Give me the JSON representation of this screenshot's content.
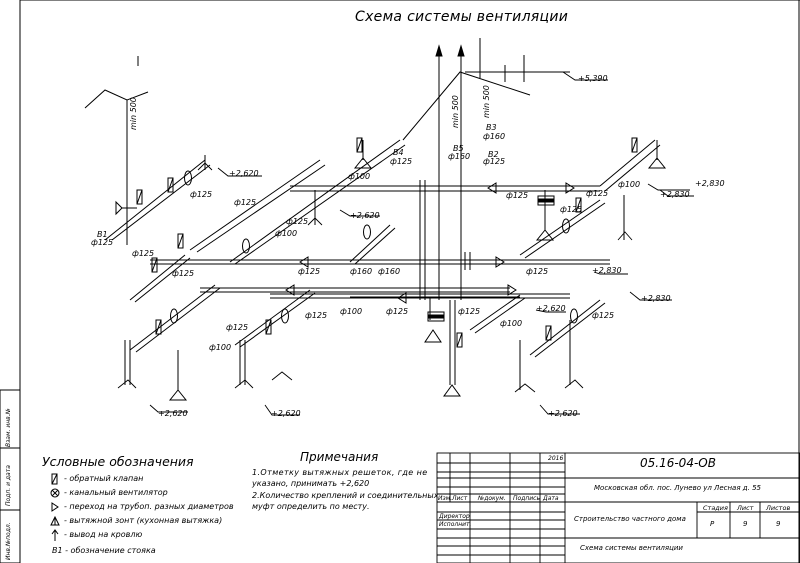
{
  "title": "Схема системы вентиляции",
  "legend": {
    "heading": "Условные обозначения",
    "items": [
      {
        "icon": "check-valve-icon",
        "text": "- обратный клапан"
      },
      {
        "icon": "channel-fan-icon",
        "text": "- канальный вентилятор"
      },
      {
        "icon": "pipe-transition-icon",
        "text": "- переход на трубоп. разных диаметров"
      },
      {
        "icon": "exhaust-hood-icon",
        "text": "- вытяжной зонт (кухонная вытяжка)"
      },
      {
        "icon": "roof-outlet-icon",
        "text": "- вывод на кровлю"
      }
    ],
    "riser_label": "В1 - обозначение стояка"
  },
  "notes": {
    "heading": "Примечания",
    "lines": [
      "1.Отметку вытяжных решеток, где не",
      "указано, принимать +2,620",
      "2.Количество креплений и соединительных",
      "муфт определить по месту."
    ]
  },
  "stamp": {
    "code": "05.16-04-ОВ",
    "address": "Московская обл. пос. Лунево ул Лесная д. 55",
    "project": "Строительство частного дома",
    "sheet_title": "Схема системы вентиляции",
    "year": "2016",
    "col_izm": "Изм.",
    "col_list": "Лист",
    "col_doc": "№докум.",
    "col_sign": "Подпись",
    "col_date": "Дата",
    "row_director": "Директор",
    "row_exec": "Исполнит.",
    "stage_h": "Стадия",
    "list_h": "Лист",
    "lists_h": "Листов",
    "stage_v": "Р",
    "list_v": "9",
    "lists_v": "9"
  },
  "margin_stamp": {
    "inv": "Инв.№подл.",
    "sign": "Подп. и дата",
    "vzam": "Взам. инв.№"
  },
  "diagram": {
    "risers": [
      {
        "name": "В1",
        "dia": "ф125"
      },
      {
        "name": "В2",
        "dia": "ф125"
      },
      {
        "name": "В3",
        "dia": "ф160"
      },
      {
        "name": "В4",
        "dia": "ф125"
      },
      {
        "name": "В5",
        "dia": "ф160"
      }
    ],
    "min_label": "min 500",
    "elevations": [
      "+5,390",
      "+2,620",
      "+2,620",
      "+2,830",
      "+2,830",
      "+2,830",
      "+2,830",
      "+2,620",
      "+2,620",
      "+2,620",
      "+2,620"
    ],
    "diameters": [
      "ф125",
      "ф125",
      "ф125",
      "ф125",
      "ф125",
      "ф125",
      "ф125",
      "ф125",
      "ф125",
      "ф125",
      "ф125",
      "ф125",
      "ф125",
      "ф125",
      "ф125",
      "ф100",
      "ф100",
      "ф100",
      "ф100",
      "ф100",
      "ф100",
      "ф160",
      "ф160"
    ]
  }
}
